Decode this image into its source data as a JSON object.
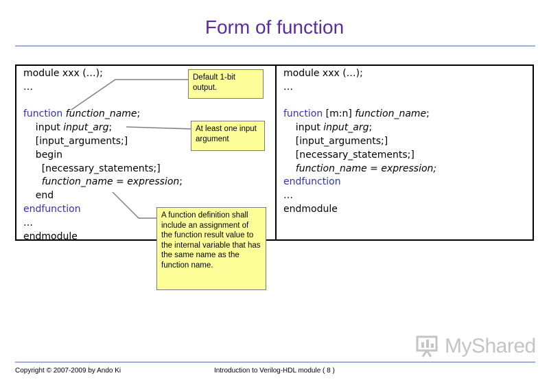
{
  "title": "Form of function",
  "left_code": [
    [
      {
        "t": "module xxx (…);"
      }
    ],
    [
      {
        "t": "…"
      }
    ],
    [
      {
        "t": ""
      }
    ],
    [
      {
        "t": "function ",
        "c": "kw"
      },
      {
        "t": "function_name",
        "c": "it"
      },
      {
        "t": ";"
      }
    ],
    [
      {
        "t": "    input "
      },
      {
        "t": "input_arg",
        "c": "it"
      },
      {
        "t": ";"
      }
    ],
    [
      {
        "t": "    [input_arguments;]"
      }
    ],
    [
      {
        "t": "    begin"
      }
    ],
    [
      {
        "t": "      [necessary_statements;]"
      }
    ],
    [
      {
        "t": "      function_name = expression",
        "c": "it"
      },
      {
        "t": ";"
      }
    ],
    [
      {
        "t": "    end"
      }
    ],
    [
      {
        "t": "endfunction",
        "c": "kw"
      }
    ],
    [
      {
        "t": "…"
      }
    ],
    [
      {
        "t": "endmodule"
      }
    ]
  ],
  "right_code": [
    [
      {
        "t": "module xxx (…);"
      }
    ],
    [
      {
        "t": "…"
      }
    ],
    [
      {
        "t": ""
      }
    ],
    [
      {
        "t": "function ",
        "c": "kw"
      },
      {
        "t": "[m:n] "
      },
      {
        "t": "function_name",
        "c": "it"
      },
      {
        "t": ";"
      }
    ],
    [
      {
        "t": "    input "
      },
      {
        "t": "input_arg",
        "c": "it"
      },
      {
        "t": ";"
      }
    ],
    [
      {
        "t": "    [input_arguments;]"
      }
    ],
    [
      {
        "t": "    [necessary_statements;]"
      }
    ],
    [
      {
        "t": "    function_name = expression;",
        "c": "it"
      }
    ],
    [
      {
        "t": "endfunction",
        "c": "kw"
      }
    ],
    [
      {
        "t": "…"
      }
    ],
    [
      {
        "t": "endmodule"
      }
    ]
  ],
  "callouts": {
    "default_bit": "Default 1-bit output.",
    "one_input": "At least one input argument",
    "assignment": "A function definition shall include an assignment of the function result value to the internal variable that has the same name as the function name."
  },
  "footer": {
    "copyright": "Copyright © 2007-2009 by Ando Ki",
    "course": "Introduction to Verilog-HDL module ( 8 )"
  },
  "logo_text": "MyShared"
}
